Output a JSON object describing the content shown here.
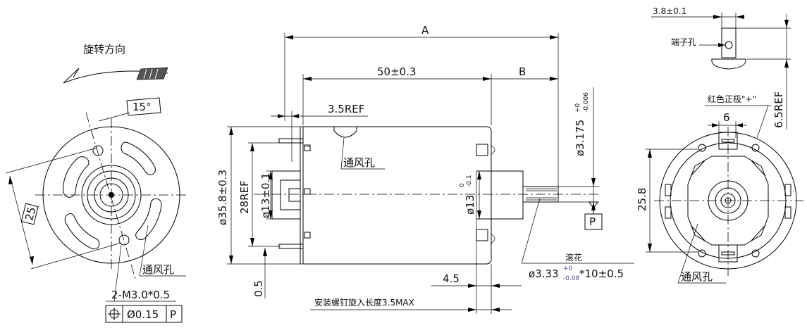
{
  "left_view": {
    "rotation_label": "旋转方向",
    "angle_label": "15°",
    "dim_25": "25",
    "vent_label": "通风孔",
    "screw_label": "2-M3.0*0.5",
    "tolerance_symbol": "⌖",
    "tolerance_value": "Ø0.15",
    "datum": "P"
  },
  "front_view": {
    "dim_A": "A",
    "dim_50": "50±0.3",
    "dim_B": "B",
    "dim_35ref": "3.5REF",
    "vent_label": "通风孔",
    "dim_358": "ø35.8±0.3",
    "dim_28ref": "28REF",
    "dim_13_left": "ø13±0.1",
    "dim_13_right": "ø13",
    "dim_13_tol_upper": "0",
    "dim_13_tol_lower": "-0.1",
    "dim_3175": "ø3.175",
    "dim_3175_tol_upper": "+0",
    "dim_3175_tol_lower": "-0.006",
    "datum_P": "P",
    "knurl_label": "滚花",
    "knurl_dim_main": "ø3.33",
    "knurl_tol_upper": "+0",
    "knurl_tol_lower": "-0.08",
    "knurl_dim_len": "*10±0.5",
    "dim_45": "4.5",
    "dim_05": "0.5",
    "screw_depth_label": "安装螺钉旋入长度3.5MAX"
  },
  "right_view": {
    "dim_38": "3.8±0.1",
    "terminal_label": "端子孔",
    "dim_65ref": "6.5REF",
    "red_positive_label": "红色正极\"+\"",
    "dim_6": "6",
    "dim_258": "25.8",
    "vent_label": "通风孔"
  }
}
